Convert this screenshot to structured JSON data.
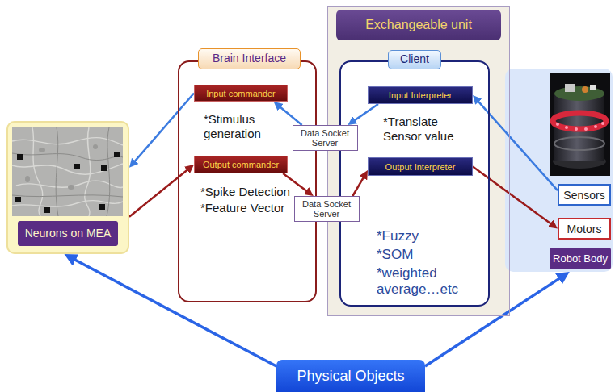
{
  "diagram": {
    "nodes": [
      {
        "text": [
          "Neurons on MEA"
        ]
      },
      {
        "text": [
          "Brain Interface"
        ]
      },
      {
        "text": [
          "Input commander"
        ],
        "in": 1
      },
      {
        "text": [
          "Output commander"
        ],
        "in": 1
      },
      {
        "text": [
          "Exchangeable unit"
        ]
      },
      {
        "text": [
          "Client"
        ],
        "in": 4
      },
      {
        "text": [
          "Input Interpreter"
        ],
        "in": 5
      },
      {
        "text": [
          "Output Interpreter"
        ],
        "in": 5
      },
      {
        "text": [
          "Data Socket Server"
        ]
      },
      {
        "text": [
          "Data Socket Server"
        ]
      },
      {
        "text": [
          "Robot Body"
        ]
      },
      {
        "text": [
          "Sensors"
        ],
        "in": 10
      },
      {
        "text": [
          "Motors"
        ],
        "in": 10
      },
      {
        "text": [
          "Physical Objects"
        ]
      }
    ],
    "edges": [
      {
        "from": 6,
        "to": 8,
        "arrow": "to"
      },
      {
        "from": 8,
        "to": 2,
        "arrow": "to"
      },
      {
        "from": 2,
        "to": 0,
        "arrow": "to"
      },
      {
        "from": 11,
        "to": 6,
        "arrow": "to"
      },
      {
        "from": 0,
        "to": 3,
        "arrow": "to"
      },
      {
        "from": 3,
        "to": 9,
        "arrow": "to"
      },
      {
        "from": 9,
        "to": 7,
        "arrow": "to"
      },
      {
        "from": 7,
        "to": 12,
        "arrow": "to"
      },
      {
        "from": 13,
        "to": 0,
        "arrow": "to"
      },
      {
        "from": 13,
        "to": 10,
        "arrow": "to"
      }
    ],
    "labels": [
      "*Stimulus generation",
      "*Spike Detection",
      "*Feature Vector",
      "*Translate Sensor value",
      "*Fuzzy",
      "*SOM",
      "*weighted average…etc"
    ]
  }
}
